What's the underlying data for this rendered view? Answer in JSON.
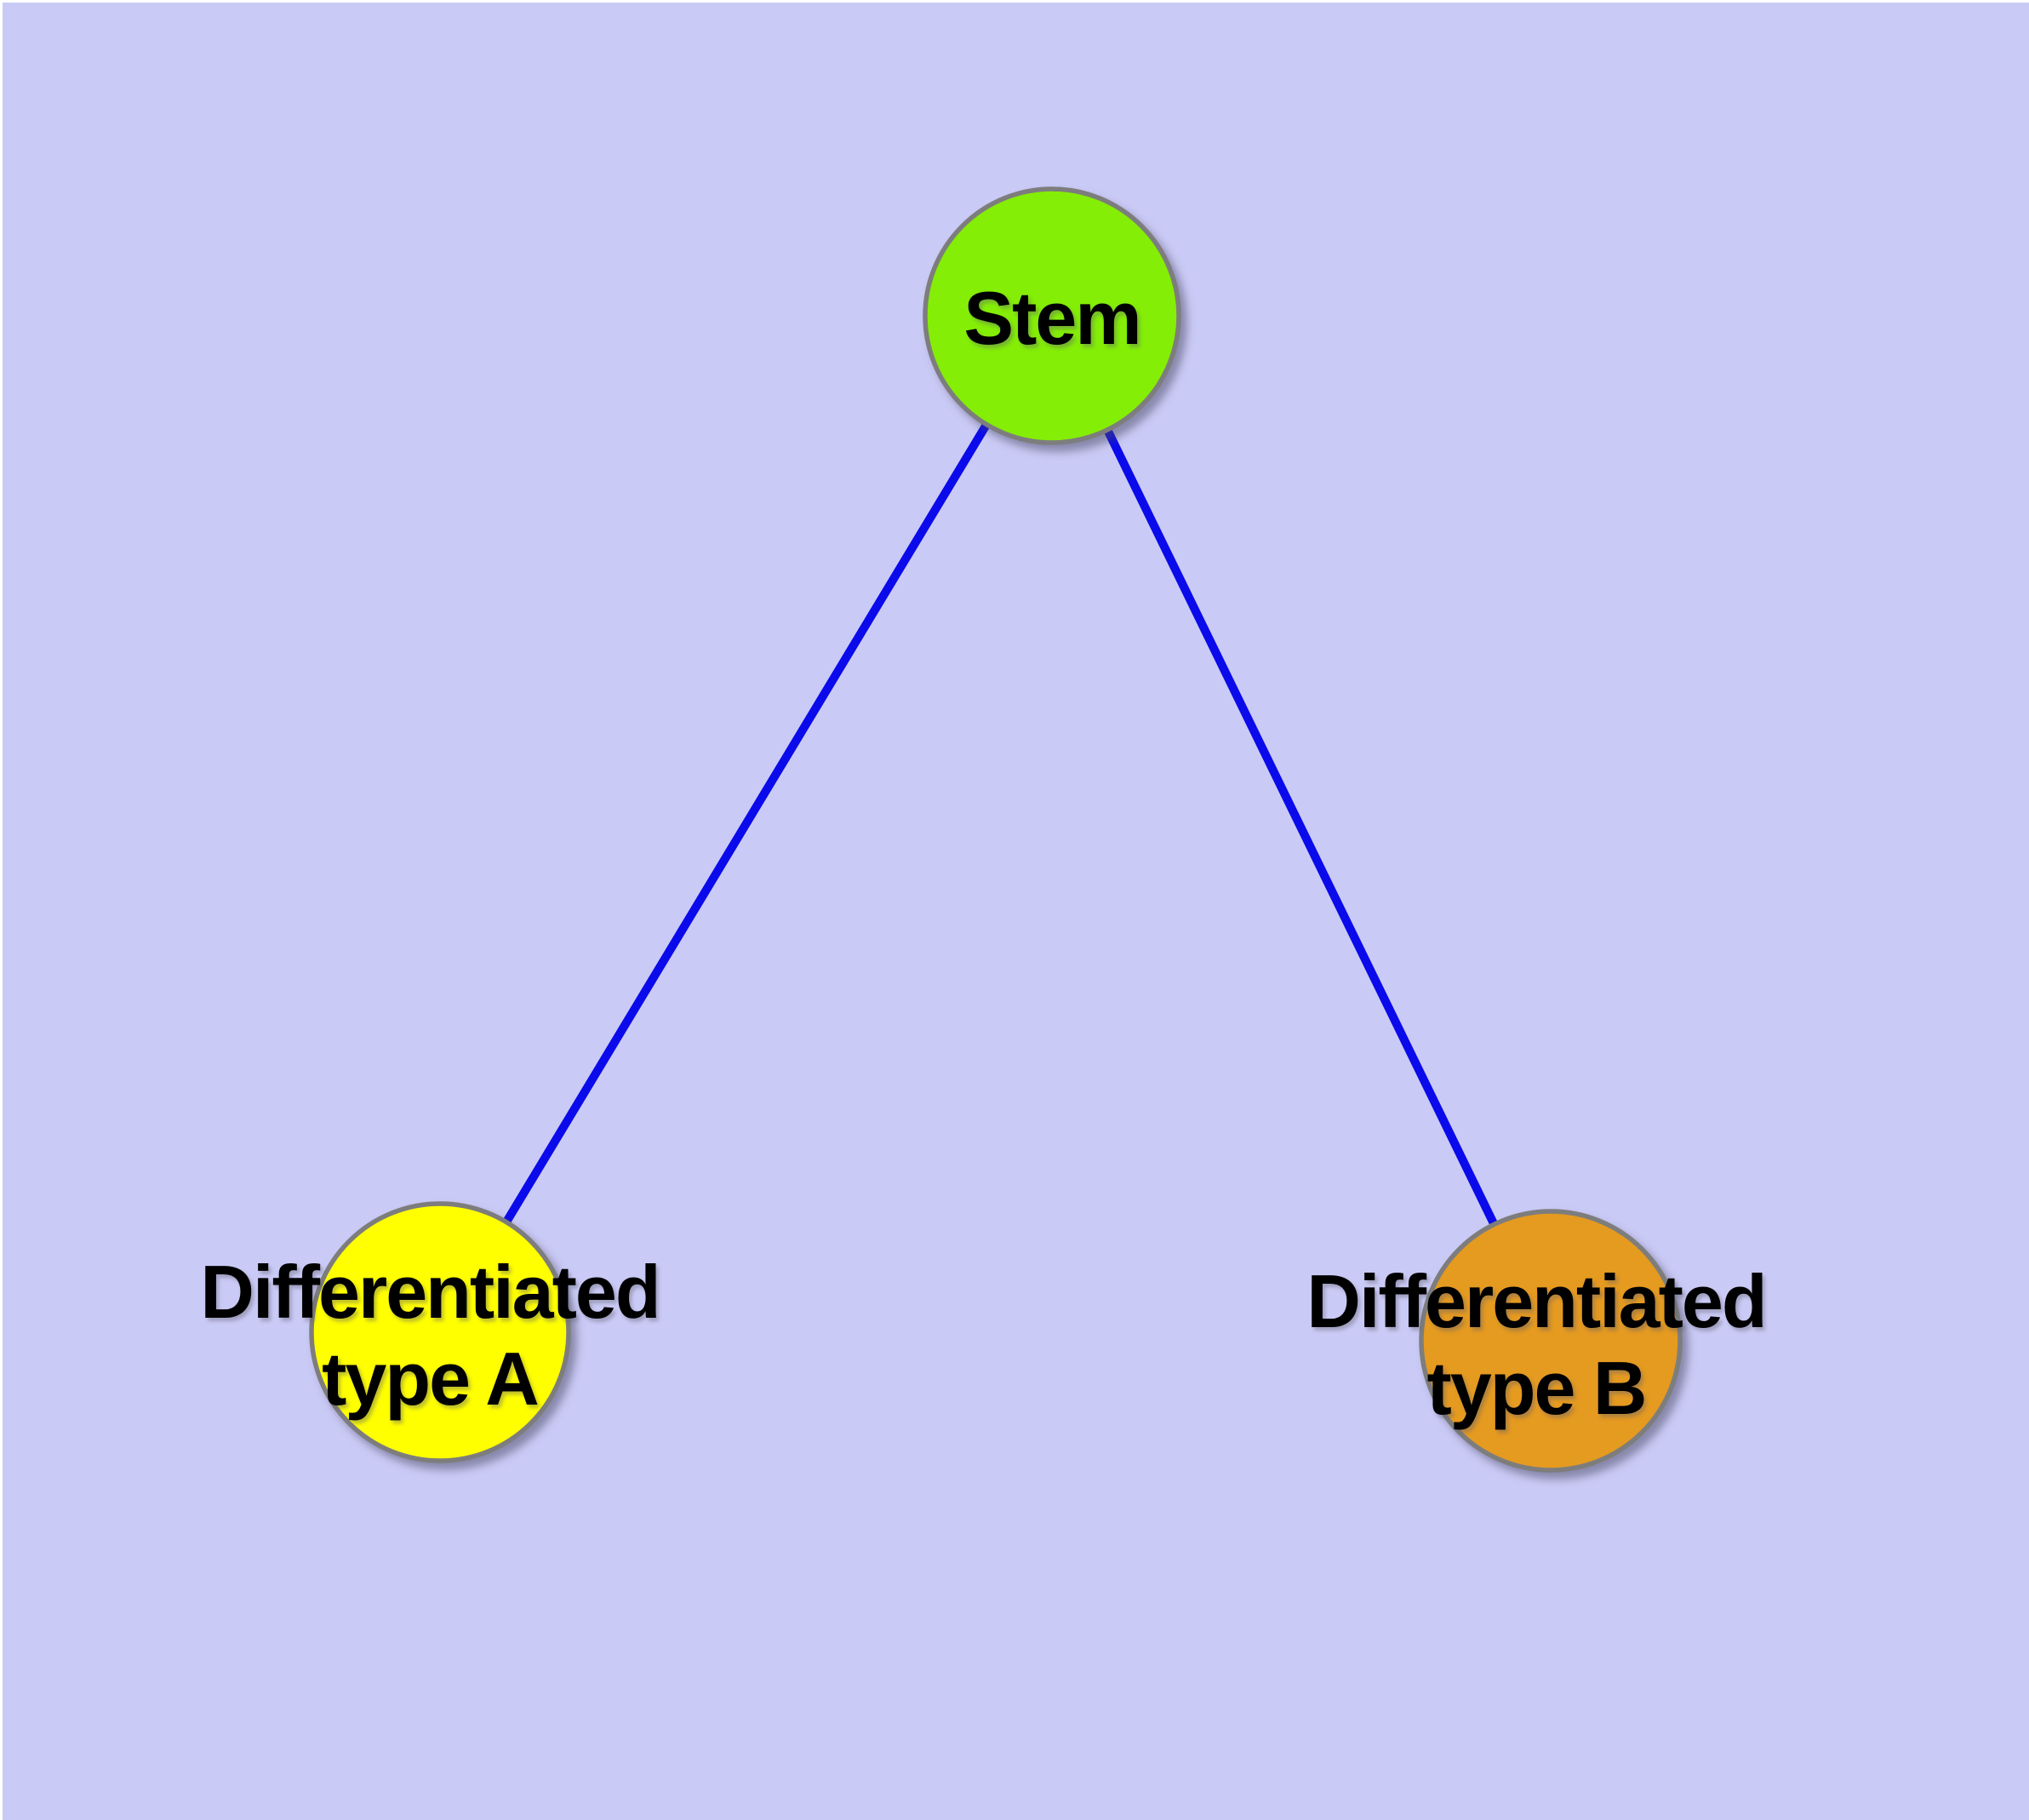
{
  "diagram": {
    "colors": {
      "background": "#CACAF6",
      "frame": "#FFFFFF",
      "edge": "#0A0AEB",
      "node_border": "#7D7D7D",
      "label": "#000000",
      "stem_fill": "#84EE06",
      "type_a_fill": "#FFFF00",
      "type_b_fill": "#E59A20"
    },
    "nodes": {
      "stem": {
        "label": "Stem"
      },
      "type_a": {
        "lines": [
          "Differentiated",
          "type A"
        ]
      },
      "type_b": {
        "lines": [
          "Differentiated",
          "type B"
        ]
      }
    },
    "edges": [
      {
        "from": "Stem",
        "to": "Differentiated type A"
      },
      {
        "from": "Stem",
        "to": "Differentiated type B"
      }
    ]
  }
}
